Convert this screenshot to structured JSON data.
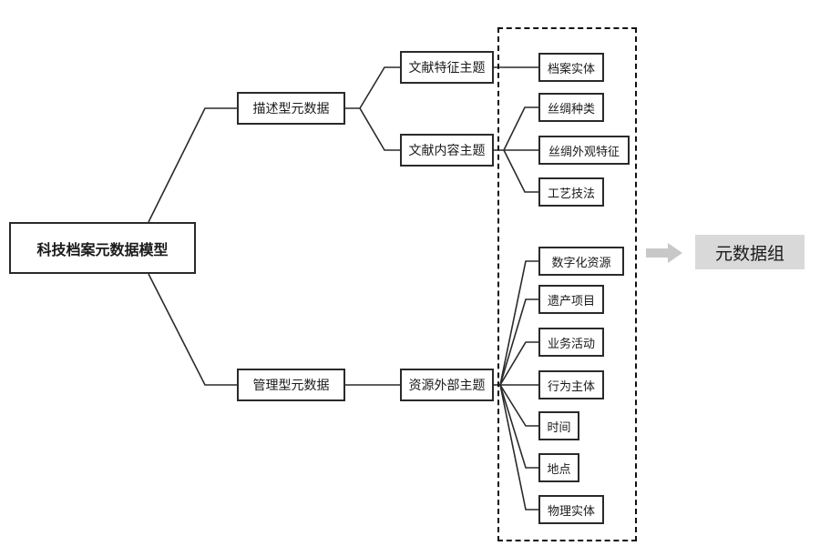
{
  "root": {
    "label": "科技档案元数据模型"
  },
  "descriptive": {
    "label": "描述型元数据",
    "feature_topic": {
      "label": "文献特征主题",
      "items": [
        "档案实体"
      ]
    },
    "content_topic": {
      "label": "文献内容主题",
      "items": [
        "丝绸种类",
        "丝绸外观特征",
        "工艺技法"
      ]
    }
  },
  "management": {
    "label": "管理型元数据",
    "external_topic": {
      "label": "资源外部主题",
      "items": [
        "数字化资源",
        "遗产项目",
        "业务活动",
        "行为主体",
        "时间",
        "地点",
        "物理实体"
      ]
    }
  },
  "result": {
    "label": "元数据组"
  },
  "colors": {
    "line": "#2a2a2a",
    "arrow": "#c8c8c8",
    "result_bg": "#d9d9d9"
  }
}
